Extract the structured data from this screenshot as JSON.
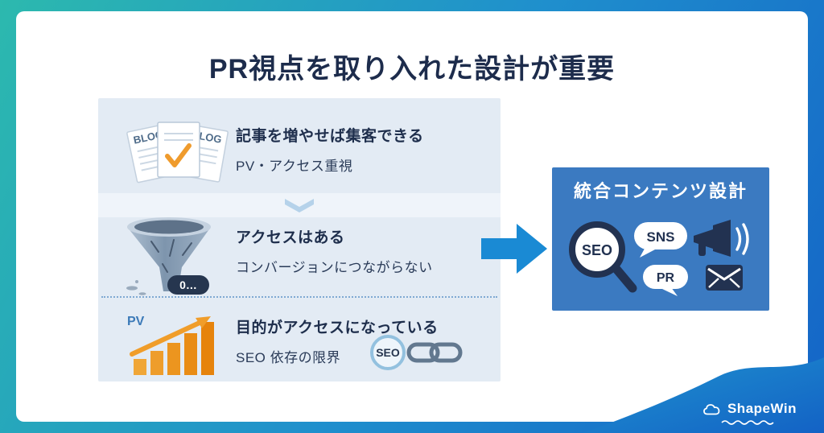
{
  "title": "PR視点を取り入れた設計が重要",
  "flow": {
    "blog_label": "BLOG",
    "zero_badge": "0…",
    "pv_label": "PV",
    "seo_chain_label": "SEO",
    "rows": [
      {
        "line1": "記事を増やせば集客できる",
        "line2": "PV・アクセス重視"
      },
      {
        "line1": "アクセスはある",
        "line2": "コンバージョンにつながらない"
      },
      {
        "line1": "目的がアクセスになっている",
        "line2": "SEO 依存の限界"
      }
    ]
  },
  "result": {
    "title": "統合コンテンツ設計",
    "seo_label": "SEO",
    "sns_label": "SNS",
    "pr_label": "PR"
  },
  "logo": {
    "text": "ShapeWin"
  }
}
